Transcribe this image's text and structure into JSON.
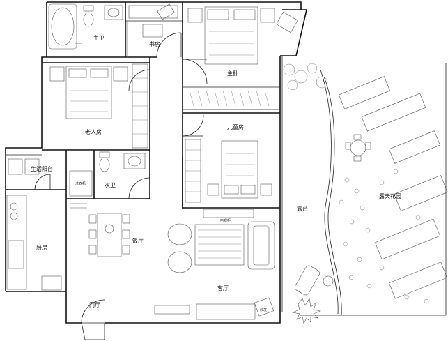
{
  "rooms": {
    "master_bath": "主卫",
    "study": "书房",
    "master_bedroom": "主卧",
    "elder_room": "老人房",
    "kids_room": "儿童房",
    "utility_balcony": "生活阳台",
    "guest_bath": "次卫",
    "laundry": "洗衣机",
    "kitchen": "厨房",
    "dining": "饭厅",
    "living": "客厅",
    "entry": "门厅",
    "terrace": "露台",
    "roof_garden": "露天花园",
    "tv_cabinet": "电视柜",
    "sofa": "沙发"
  }
}
